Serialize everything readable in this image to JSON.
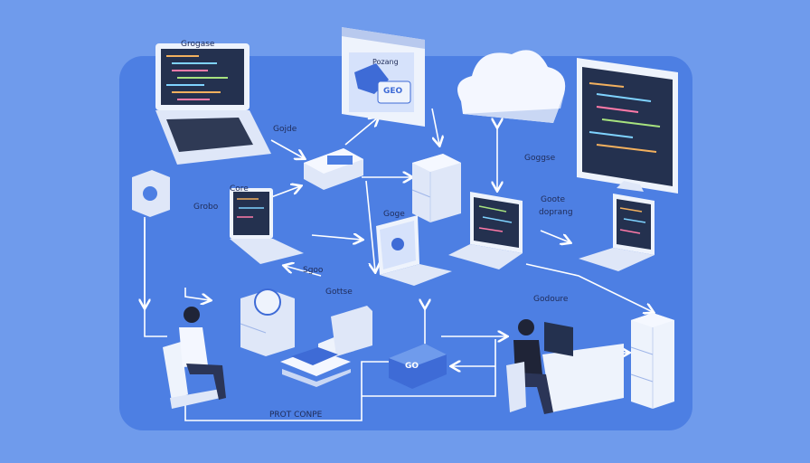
{
  "labels": {
    "top_left": "Grogase",
    "gojde": "Gojde",
    "core": "Core",
    "grobo": "Grobo",
    "gogo": "Goge",
    "sgoo": "Sgoo",
    "gottse": "Gottse",
    "goggse": "Goggse",
    "goote": "Goote",
    "doprang": "doprang",
    "godoure": "Godoure",
    "prot_conpe": "PROT CONPE",
    "window_title": "Pozang",
    "window_logo": "GEO",
    "badge": "GO"
  },
  "colors": {
    "background": "#6f9bec",
    "panel": "#4d7fe3",
    "device_light": "#eef3fc",
    "screen_dark": "#24314f",
    "arrow": "#ffffff"
  }
}
